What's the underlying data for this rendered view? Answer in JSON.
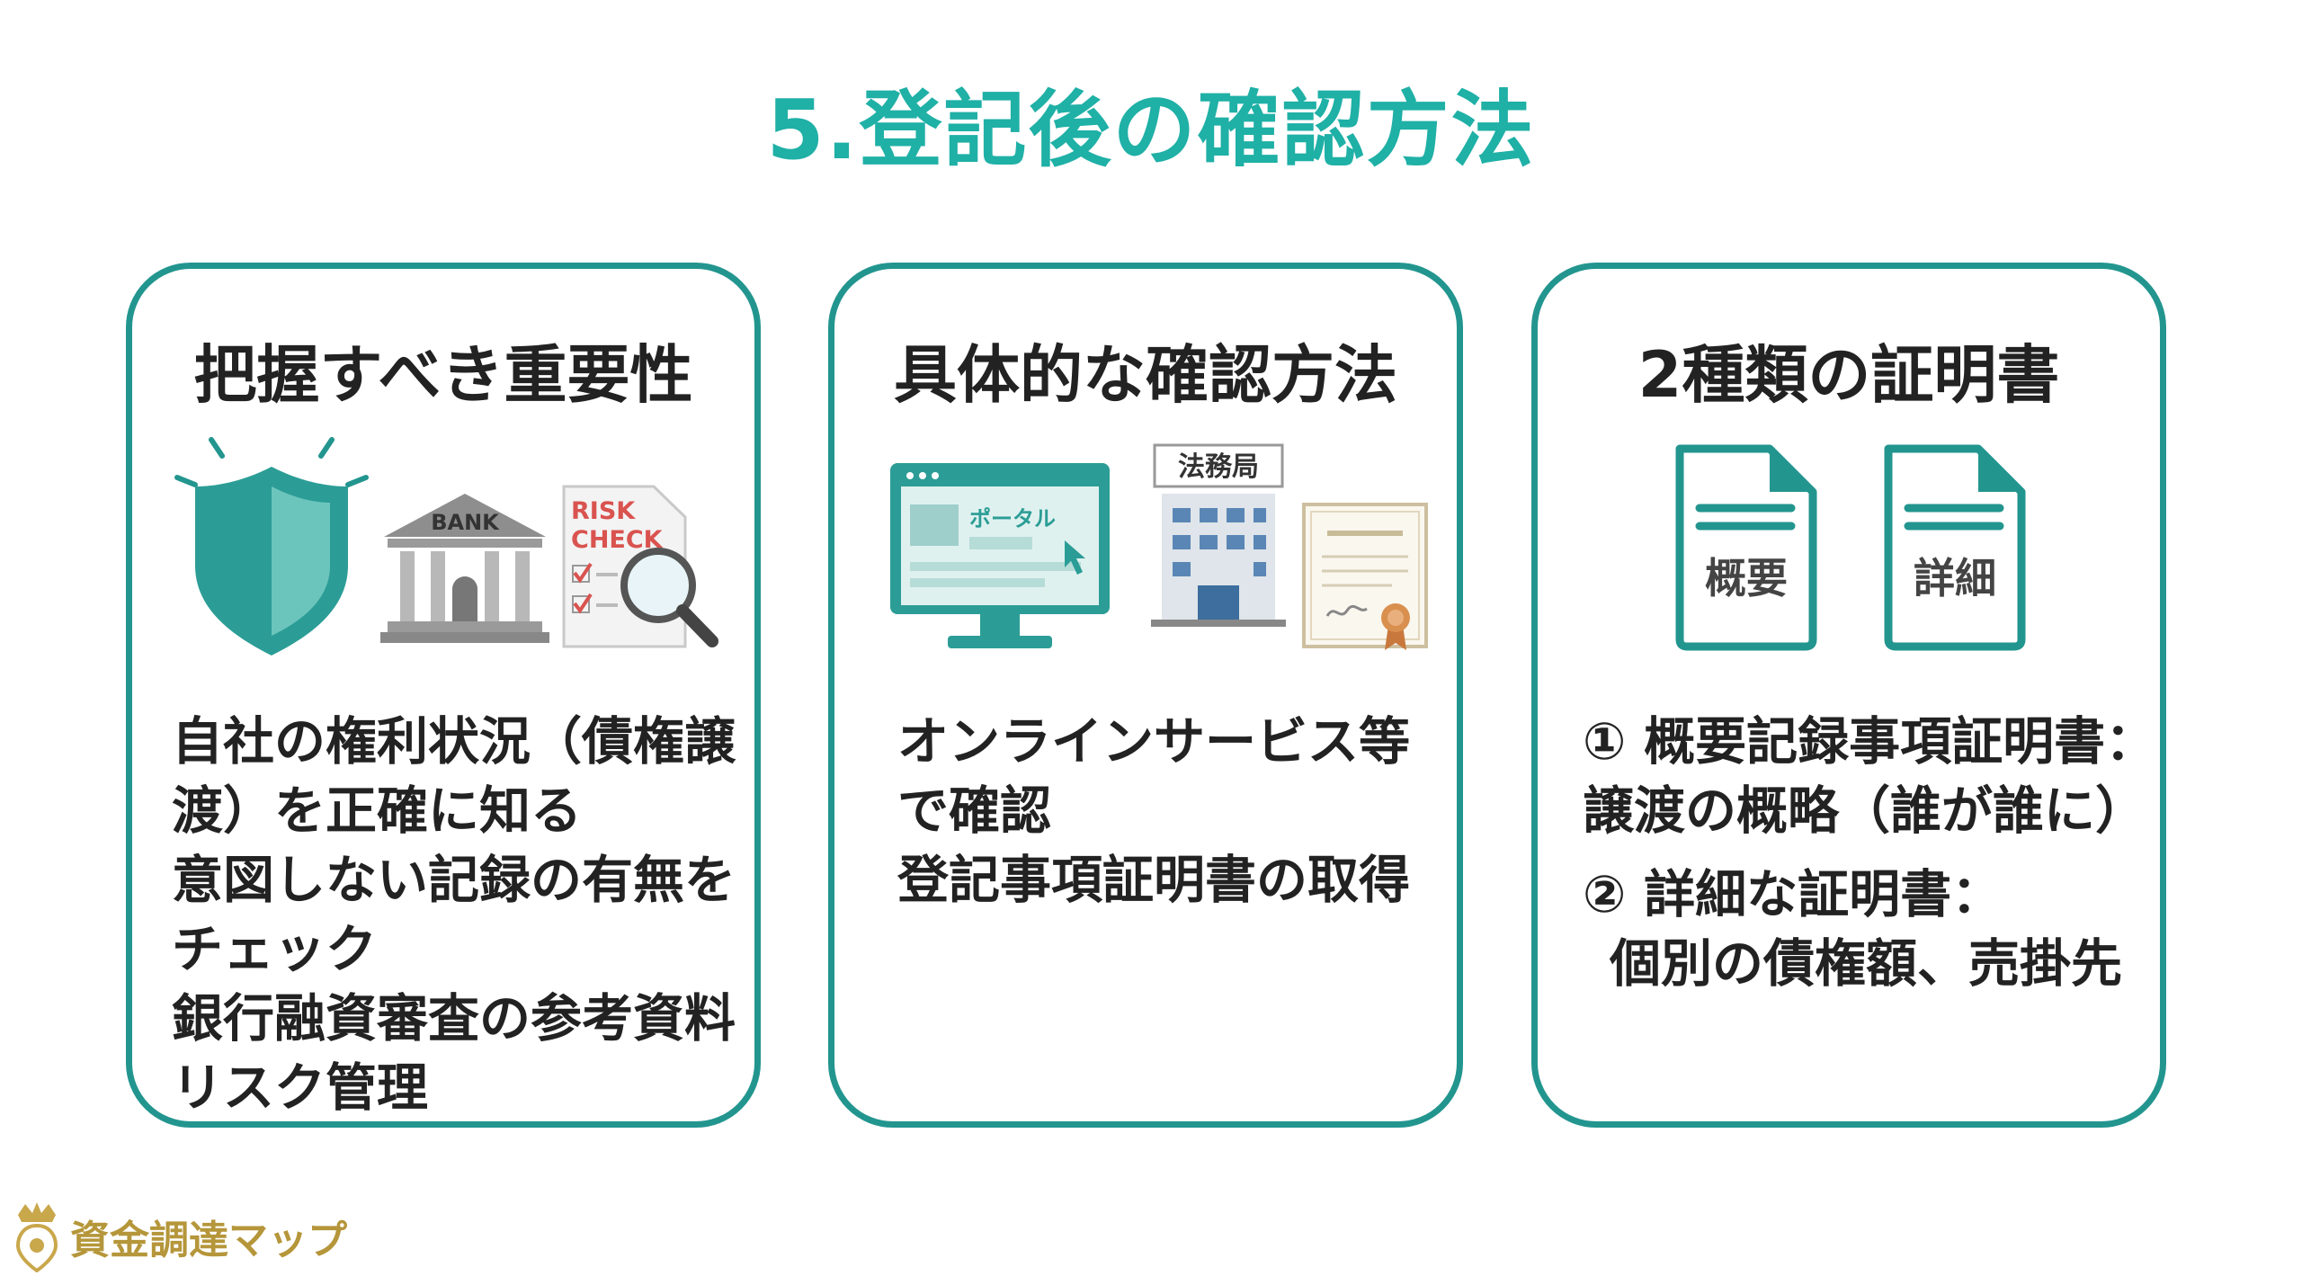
{
  "title": "5.登記後の確認方法",
  "colors": {
    "accent": "#23958f",
    "title": "#1fb0a6",
    "logo": "#b5963a"
  },
  "cards": [
    {
      "title": "把握すべき重要性",
      "icons": [
        "shield-icon",
        "bank-icon",
        "risk-check-icon"
      ],
      "bank_label": "BANK",
      "risk_label_1": "RISK",
      "risk_label_2": "CHECK",
      "lines": [
        "自社の権利状況（債権譲",
        "渡）を正確に知る",
        "意図しない記録の有無を",
        "チェック",
        "銀行融資審査の参考資料",
        "リスク管理"
      ]
    },
    {
      "title": "具体的な確認方法",
      "icons": [
        "portal-monitor-icon",
        "legal-bureau-building-icon",
        "certificate-icon"
      ],
      "portal_label": "ポータル",
      "bureau_label": "法務局",
      "lines": [
        "オンラインサービス等",
        "で確認",
        "登記事項証明書の取得"
      ]
    },
    {
      "title": "2種類の証明書",
      "icons": [
        "document-icon",
        "document-icon"
      ],
      "doc1_label": "概要",
      "doc2_label": "詳細",
      "item1_line1": "① 概要記録事項証明書：",
      "item1_line2": "譲渡の概略（誰が誰に）",
      "item2_line1": "② 詳細な証明書：",
      "item2_line2": "個別の債権額、売掛先"
    }
  ],
  "footer": {
    "name": "資金調達マップ",
    "icon": "logo-icon"
  }
}
